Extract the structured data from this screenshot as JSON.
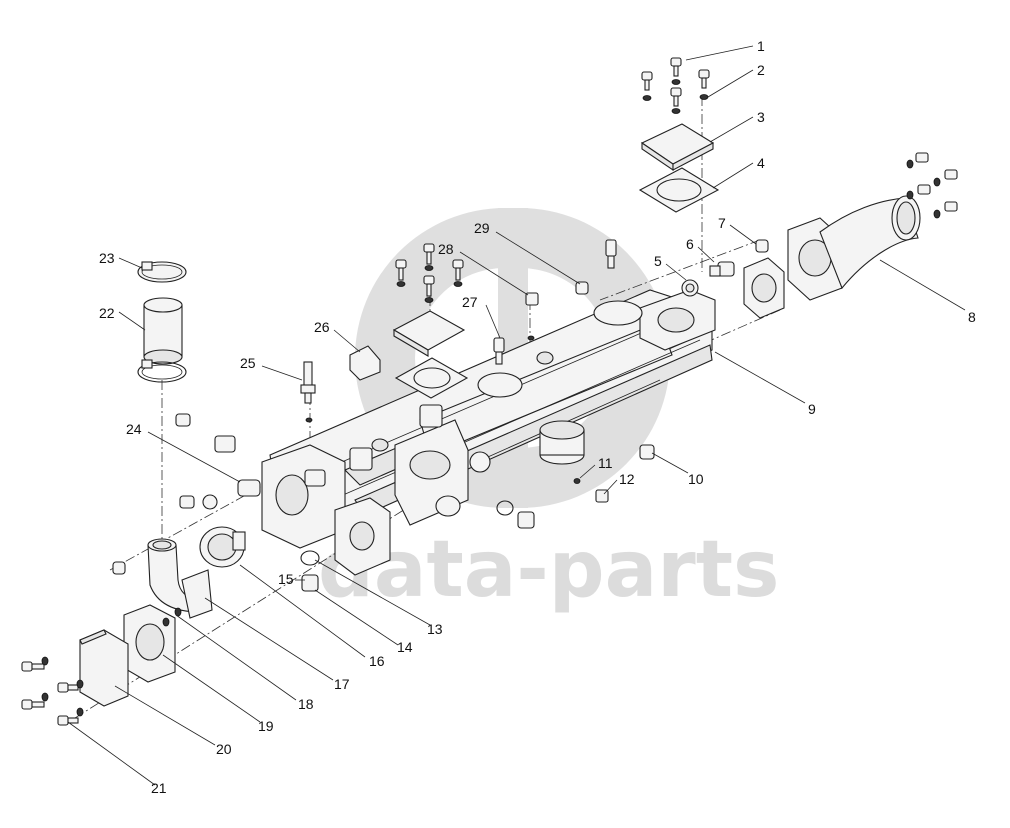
{
  "watermark": {
    "text": "data-parts",
    "color": "#d9d9d9"
  },
  "callouts": [
    {
      "id": "1",
      "label": "1"
    },
    {
      "id": "2",
      "label": "2"
    },
    {
      "id": "3",
      "label": "3"
    },
    {
      "id": "4",
      "label": "4"
    },
    {
      "id": "5",
      "label": "5"
    },
    {
      "id": "6",
      "label": "6"
    },
    {
      "id": "7",
      "label": "7"
    },
    {
      "id": "8",
      "label": "8"
    },
    {
      "id": "9",
      "label": "9"
    },
    {
      "id": "10",
      "label": "10"
    },
    {
      "id": "11",
      "label": "11"
    },
    {
      "id": "12",
      "label": "12"
    },
    {
      "id": "13",
      "label": "13"
    },
    {
      "id": "14",
      "label": "14"
    },
    {
      "id": "15",
      "label": "15"
    },
    {
      "id": "16",
      "label": "16"
    },
    {
      "id": "17",
      "label": "17"
    },
    {
      "id": "18",
      "label": "18"
    },
    {
      "id": "19",
      "label": "19"
    },
    {
      "id": "20",
      "label": "20"
    },
    {
      "id": "21",
      "label": "21"
    },
    {
      "id": "22",
      "label": "22"
    },
    {
      "id": "23",
      "label": "23"
    },
    {
      "id": "24",
      "label": "24"
    },
    {
      "id": "25",
      "label": "25"
    },
    {
      "id": "26",
      "label": "26"
    },
    {
      "id": "27",
      "label": "27"
    },
    {
      "id": "28",
      "label": "28"
    },
    {
      "id": "29",
      "label": "29"
    }
  ]
}
